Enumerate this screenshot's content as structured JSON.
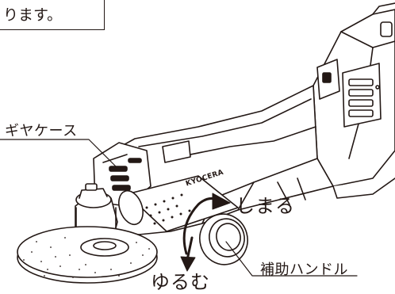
{
  "note": {
    "text": "ります。"
  },
  "labels": {
    "gear_case": "ギヤケース",
    "tighten": "しまる",
    "loosen": "ゆるむ",
    "aux_handle": "補助ハンドル"
  },
  "brand": {
    "text": "KYOCERA"
  },
  "colors": {
    "line": "#231815",
    "fill": "#ffffff"
  }
}
